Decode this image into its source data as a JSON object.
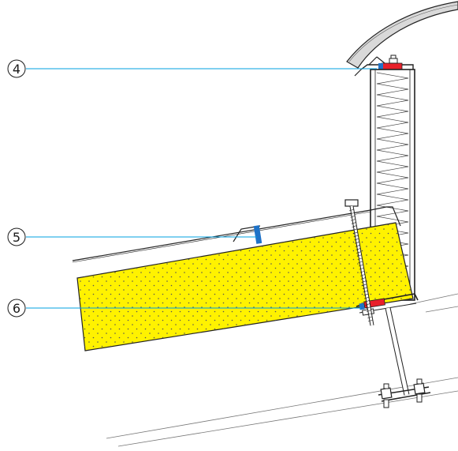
{
  "callouts": [
    {
      "label": "4"
    },
    {
      "label": "5"
    },
    {
      "label": "6"
    }
  ],
  "colors": {
    "insulation": "#fff200",
    "leader": "#00a0e0",
    "gasket": "#e8202a",
    "seal": "#1f73c8",
    "line": "#333333",
    "mineral_wool_zigzag": "#444444"
  },
  "materials": {
    "mineral_wool_panel": "mineral-wool-zigzag",
    "insulation_board": "insulation-yellow-dotted"
  }
}
